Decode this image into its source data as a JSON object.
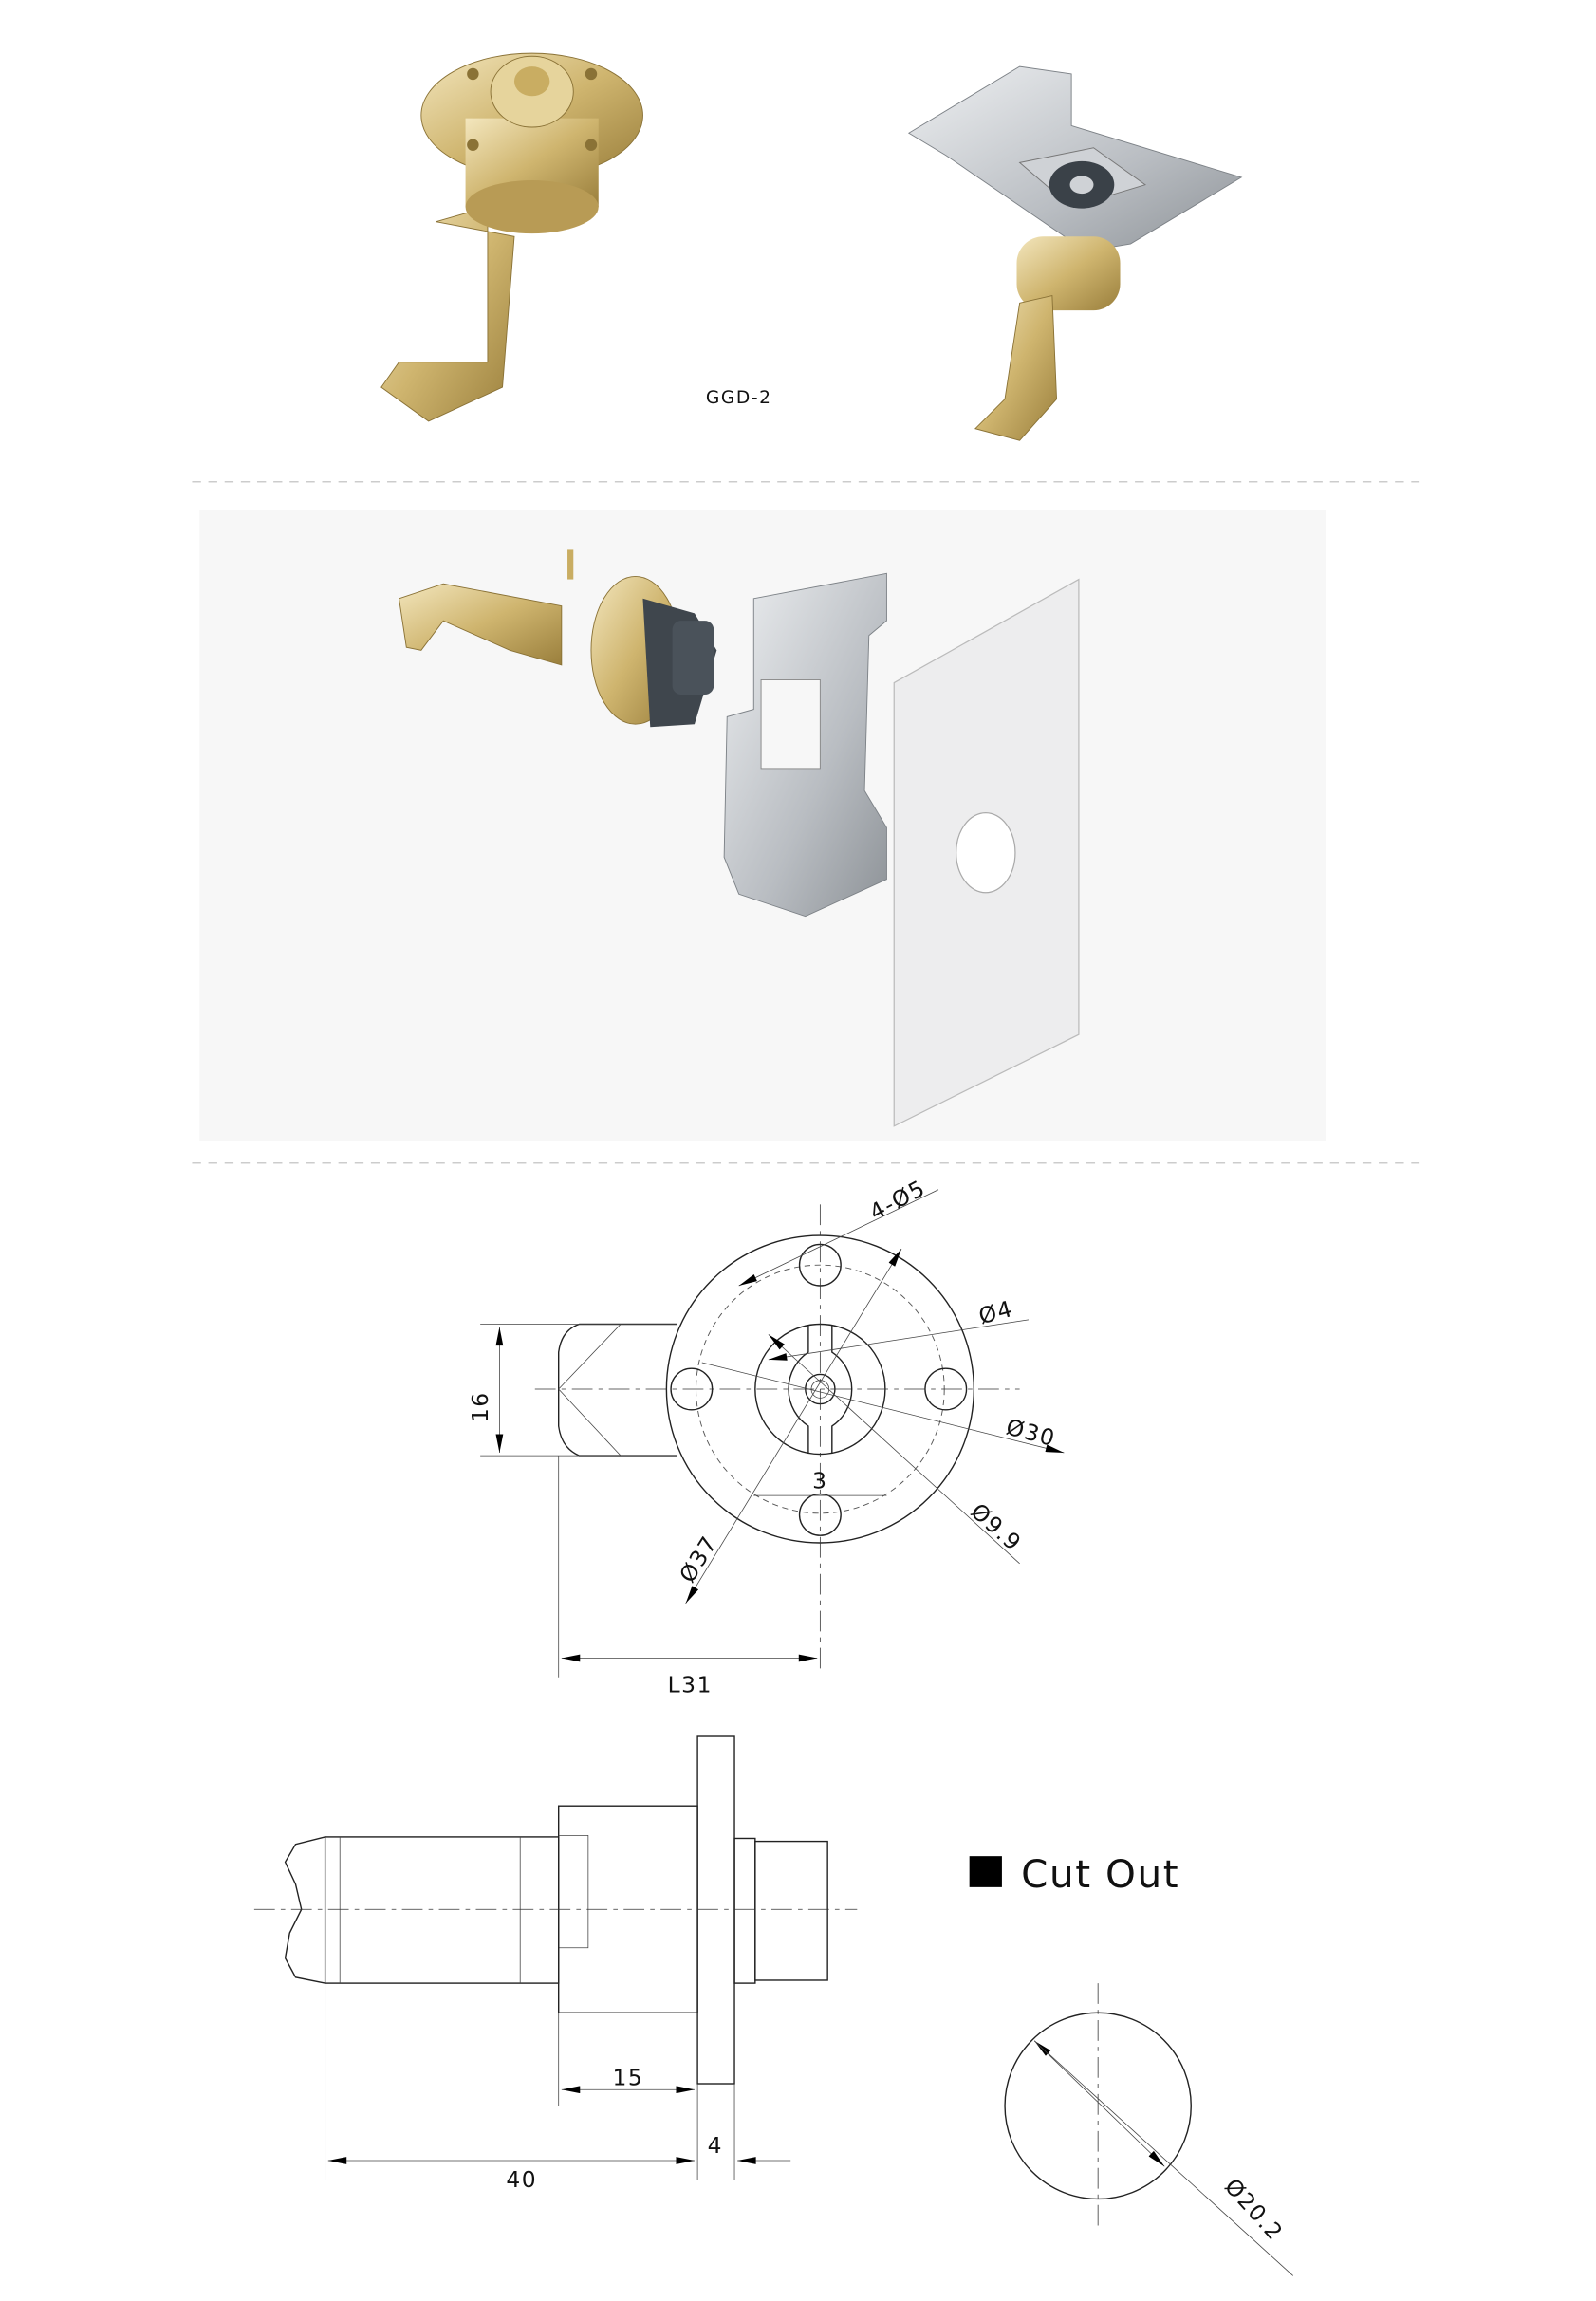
{
  "product": {
    "model": "GGD-2"
  },
  "front_view": {
    "dims": {
      "holes": "4-Ø5",
      "d4": "Ø4",
      "d30": "Ø30",
      "d9_9": "Ø9.9",
      "d37": "Ø37",
      "w3": "3",
      "h16": "16",
      "l31": "L31"
    }
  },
  "side_view": {
    "dims": {
      "d15": "15",
      "d40": "40",
      "d4": "4"
    }
  },
  "cutout": {
    "title": "Cut Out",
    "diameter": "Ø20.2"
  },
  "colors": {
    "brass": "#d9c28a",
    "steel": "#c9ccd0",
    "ink": "#111111"
  }
}
